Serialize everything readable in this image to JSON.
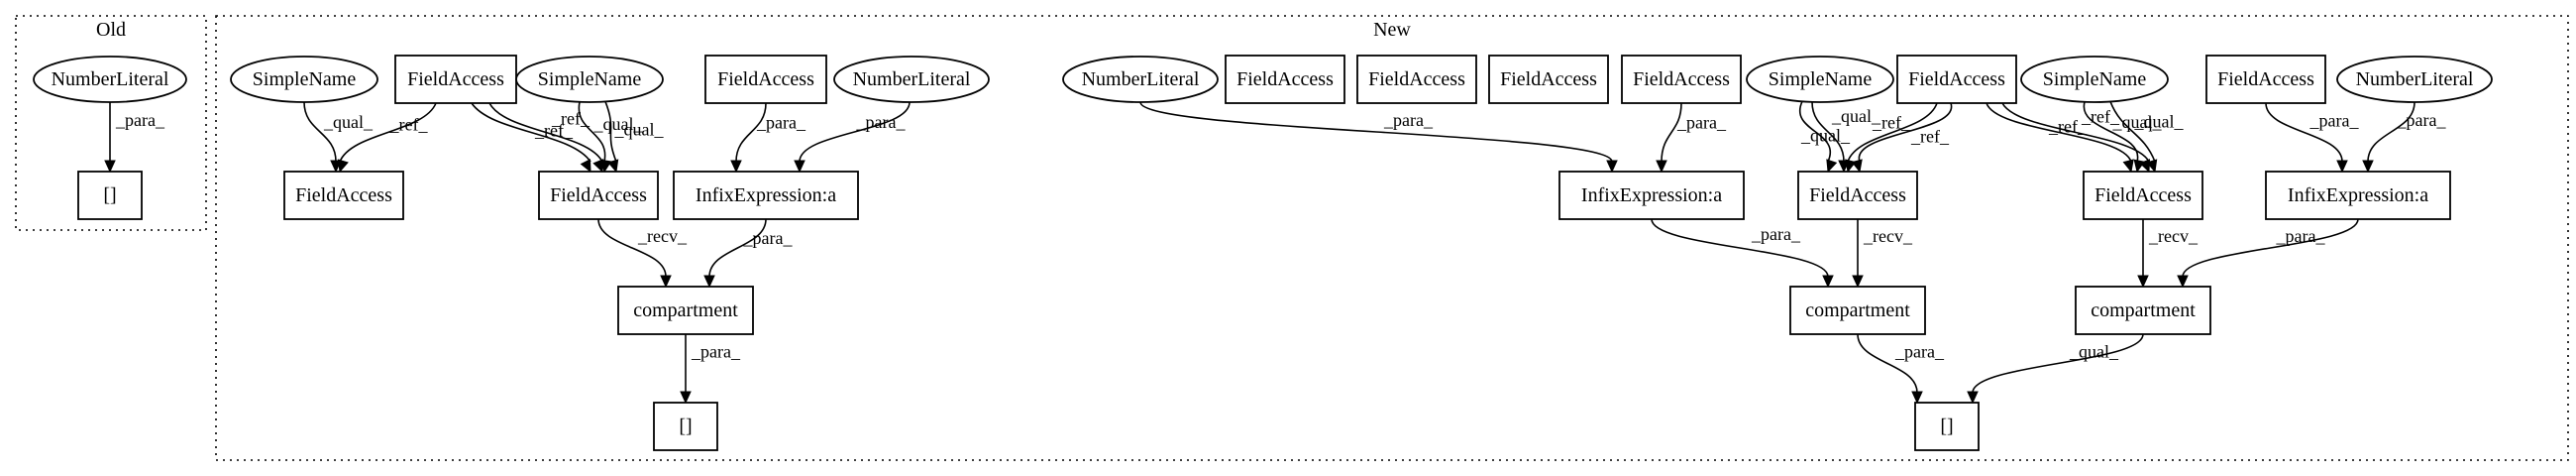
{
  "clusters": [
    {
      "id": "old",
      "label": "Old"
    },
    {
      "id": "new",
      "label": "New"
    }
  ],
  "nodes": [
    {
      "id": "o_nl",
      "label": "NumberLiteral"
    },
    {
      "id": "o_br",
      "label": "[]"
    },
    {
      "id": "n_sn1",
      "label": "SimpleName"
    },
    {
      "id": "n_fa1",
      "label": "FieldAccess"
    },
    {
      "id": "n_sn2",
      "label": "SimpleName"
    },
    {
      "id": "n_fa2",
      "label": "FieldAccess"
    },
    {
      "id": "n_nl1",
      "label": "NumberLiteral"
    },
    {
      "id": "n_nl2",
      "label": "NumberLiteral"
    },
    {
      "id": "n_fa3",
      "label": "FieldAccess"
    },
    {
      "id": "n_fa4",
      "label": "FieldAccess"
    },
    {
      "id": "n_fa5",
      "label": "FieldAccess"
    },
    {
      "id": "n_fa6",
      "label": "FieldAccess"
    },
    {
      "id": "n_sn3",
      "label": "SimpleName"
    },
    {
      "id": "n_fa7",
      "label": "FieldAccess"
    },
    {
      "id": "n_sn4",
      "label": "SimpleName"
    },
    {
      "id": "n_fa8",
      "label": "FieldAccess"
    },
    {
      "id": "n_nl3",
      "label": "NumberLiteral"
    },
    {
      "id": "n_faA",
      "label": "FieldAccess"
    },
    {
      "id": "n_faB",
      "label": "FieldAccess"
    },
    {
      "id": "n_ie1",
      "label": "InfixExpression:a"
    },
    {
      "id": "n_ie2",
      "label": "InfixExpression:a"
    },
    {
      "id": "n_faC",
      "label": "FieldAccess"
    },
    {
      "id": "n_faD",
      "label": "FieldAccess"
    },
    {
      "id": "n_ie3",
      "label": "InfixExpression:a"
    },
    {
      "id": "n_c1",
      "label": "compartment"
    },
    {
      "id": "n_c2",
      "label": "compartment"
    },
    {
      "id": "n_c3",
      "label": "compartment"
    },
    {
      "id": "n_br1",
      "label": "[]"
    },
    {
      "id": "n_br2",
      "label": "[]"
    }
  ],
  "edges": [
    {
      "from": "o_nl",
      "to": "o_br",
      "label": "_para_"
    },
    {
      "from": "n_sn1",
      "to": "n_faA",
      "label": "_qual_"
    },
    {
      "from": "n_fa1",
      "to": "n_faA",
      "label": "_ref_"
    },
    {
      "from": "n_fa1",
      "to": "n_faB",
      "label": "_ref_"
    },
    {
      "from": "n_fa1",
      "to": "n_faB",
      "label": "_ref_"
    },
    {
      "from": "n_sn2",
      "to": "n_faB",
      "label": "_qual_"
    },
    {
      "from": "n_sn2",
      "to": "n_faB",
      "label": "_qual_"
    },
    {
      "from": "n_fa2",
      "to": "n_ie1",
      "label": "_para_"
    },
    {
      "from": "n_nl1",
      "to": "n_ie1",
      "label": "_para_"
    },
    {
      "from": "n_faB",
      "to": "n_c1",
      "label": "_recv_"
    },
    {
      "from": "n_ie1",
      "to": "n_c1",
      "label": "_para_"
    },
    {
      "from": "n_c1",
      "to": "n_br1",
      "label": "_para_"
    },
    {
      "from": "n_nl2",
      "to": "n_ie2",
      "label": "_para_"
    },
    {
      "from": "n_fa6",
      "to": "n_ie2",
      "label": "_para_"
    },
    {
      "from": "n_sn3",
      "to": "n_faC",
      "label": "_qual_"
    },
    {
      "from": "n_sn3",
      "to": "n_faC",
      "label": "_qual_"
    },
    {
      "from": "n_fa7",
      "to": "n_faC",
      "label": "_ref_"
    },
    {
      "from": "n_fa7",
      "to": "n_faC",
      "label": "_ref_"
    },
    {
      "from": "n_fa7",
      "to": "n_faD",
      "label": "_ref_"
    },
    {
      "from": "n_fa7",
      "to": "n_faD",
      "label": "_ref_"
    },
    {
      "from": "n_sn4",
      "to": "n_faD",
      "label": "_qual_"
    },
    {
      "from": "n_sn4",
      "to": "n_faD",
      "label": "_qual_"
    },
    {
      "from": "n_fa8",
      "to": "n_ie3",
      "label": "_para_"
    },
    {
      "from": "n_nl3",
      "to": "n_ie3",
      "label": "_para_"
    },
    {
      "from": "n_ie2",
      "to": "n_c2",
      "label": "_para_"
    },
    {
      "from": "n_faC",
      "to": "n_c2",
      "label": "_recv_"
    },
    {
      "from": "n_faD",
      "to": "n_c3",
      "label": "_recv_"
    },
    {
      "from": "n_ie3",
      "to": "n_c3",
      "label": "_para_"
    },
    {
      "from": "n_c2",
      "to": "n_br2",
      "label": "_para_"
    },
    {
      "from": "n_c3",
      "to": "n_br2",
      "label": "_qual_"
    }
  ]
}
